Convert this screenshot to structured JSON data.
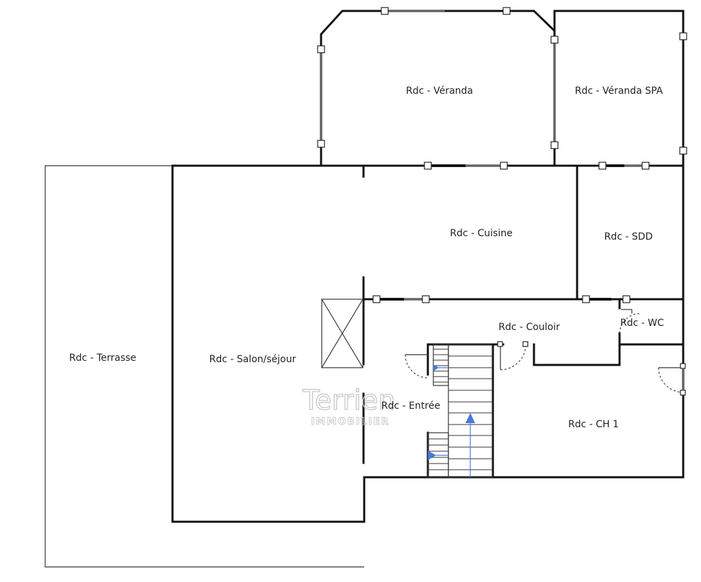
{
  "rooms": {
    "veranda": "Rdc - Véranda",
    "veranda_spa": "Rdc - Véranda SPA",
    "cuisine": "Rdc - Cuisine",
    "sdd": "Rdc - SDD",
    "couloir": "Rdc - Couloir",
    "wc": "Rdc - WC",
    "terrasse": "Rdc - Terrasse",
    "salon": "Rdc - Salon/séjour",
    "entree": "Rdc - Entrée",
    "ch1": "Rdc - CH 1"
  },
  "watermark": {
    "brand": "Terrien",
    "subtitle": "IMMOBILIER"
  },
  "colors": {
    "walls": "#111111",
    "stair_arrow": "#4a78d8",
    "watermark": "#c8c8c8"
  }
}
